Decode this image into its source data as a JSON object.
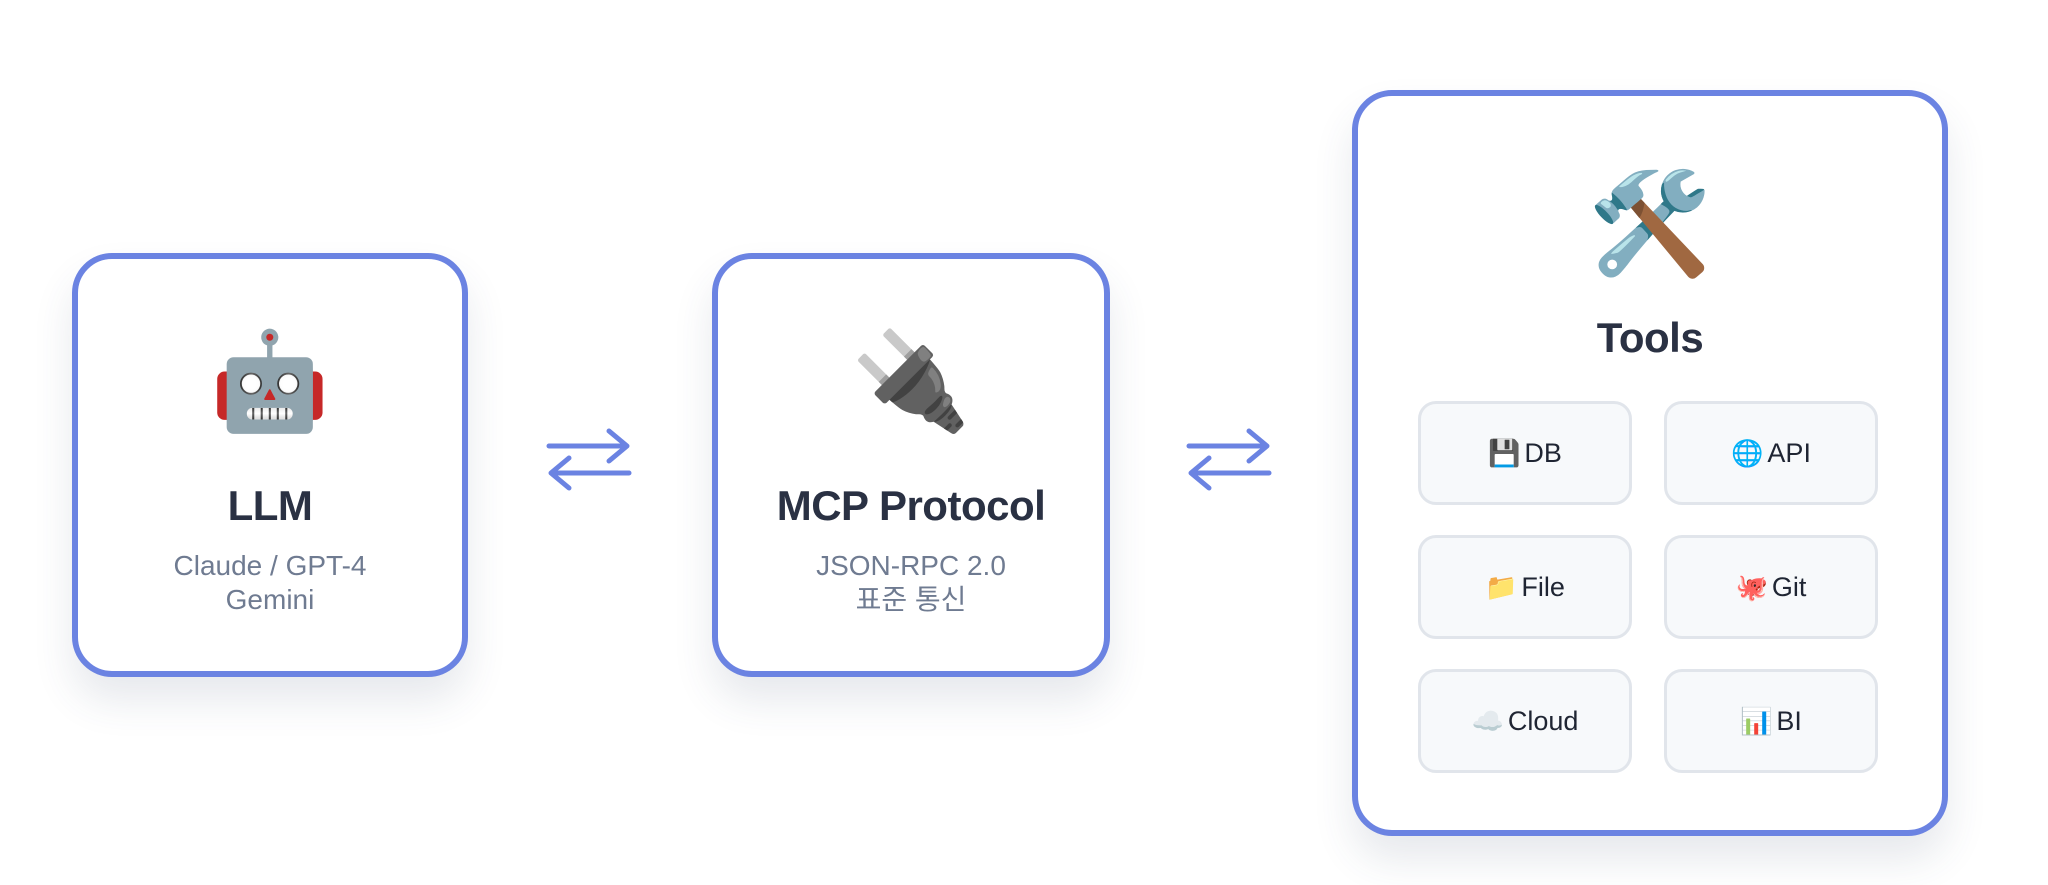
{
  "llm": {
    "icon": "robot-icon",
    "icon_glyph": "🤖",
    "title": "LLM",
    "subtitle_line1": "Claude / GPT-4",
    "subtitle_line2": "Gemini"
  },
  "mcp": {
    "icon": "plug-icon",
    "icon_glyph": "🔌",
    "title": "MCP Protocol",
    "subtitle_line1": "JSON-RPC 2.0",
    "subtitle_line2": "표준 통신"
  },
  "tools": {
    "icon": "hammer-wrench-icon",
    "icon_glyph": "🛠️",
    "title": "Tools",
    "items": [
      {
        "icon": "floppy-disk-icon",
        "glyph": "💾",
        "label": "DB"
      },
      {
        "icon": "globe-icon",
        "glyph": "🌐",
        "label": "API"
      },
      {
        "icon": "folder-icon",
        "glyph": "📁",
        "label": "File"
      },
      {
        "icon": "octopus-icon",
        "glyph": "🐙",
        "label": "Git"
      },
      {
        "icon": "cloud-icon",
        "glyph": "☁️",
        "label": "Cloud"
      },
      {
        "icon": "bar-chart-icon",
        "glyph": "📊",
        "label": "BI"
      }
    ]
  },
  "colors": {
    "accent": "#6b83e2",
    "title_text": "#2a3143",
    "subtitle_text": "#6f7b91",
    "tool_bg": "#f7f9fb",
    "tool_border": "#e1e5eb"
  }
}
